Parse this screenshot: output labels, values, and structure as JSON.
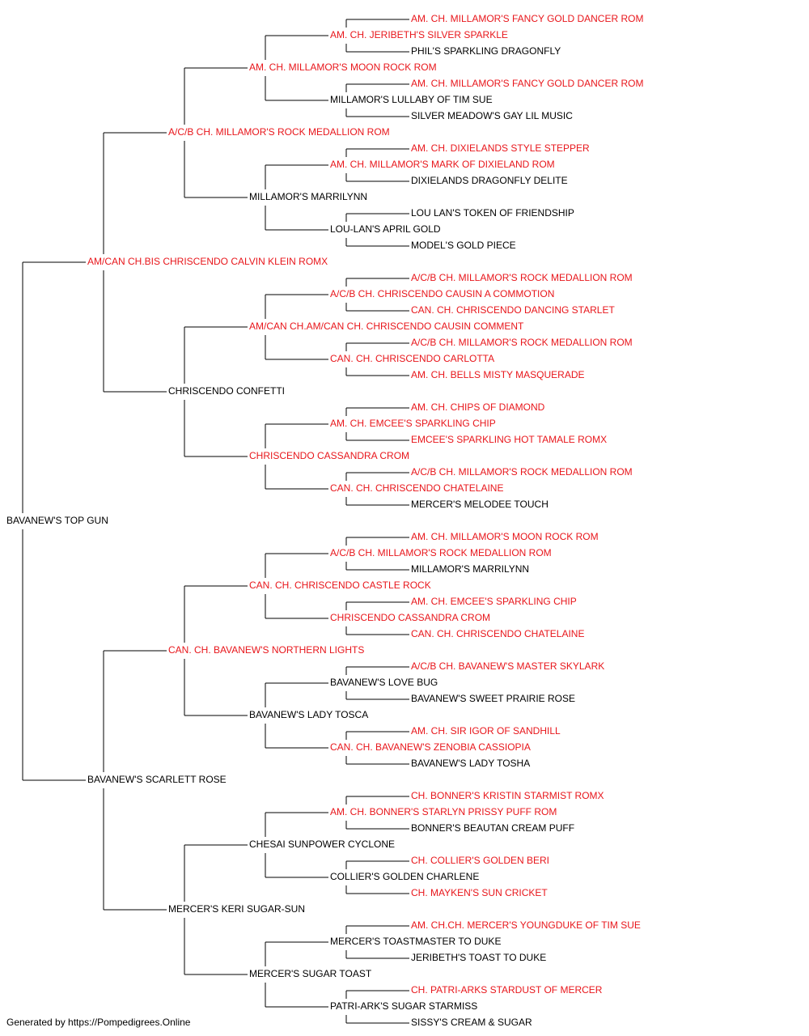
{
  "colors": {
    "titled": "#e8161b",
    "plain": "#000000",
    "line": "#000000"
  },
  "root": {
    "name": "BAVANEW'S TOP GUN",
    "titled": false,
    "sire": {
      "name": "AM/CAN CH.BIS CHRISCENDO CALVIN KLEIN ROMX",
      "titled": true,
      "sire": {
        "name": "A/C/B CH. MILLAMOR'S ROCK MEDALLION ROM",
        "titled": true,
        "sire": {
          "name": "AM. CH. MILLAMOR'S MOON ROCK ROM",
          "titled": true,
          "sire": {
            "name": "AM. CH. JERIBETH'S SILVER SPARKLE",
            "titled": true,
            "sire": {
              "name": "AM. CH. MILLAMOR'S FANCY GOLD DANCER ROM",
              "titled": true
            },
            "dam": {
              "name": "PHIL'S SPARKLING DRAGONFLY",
              "titled": false
            }
          },
          "dam": {
            "name": "MILLAMOR'S LULLABY OF TIM SUE",
            "titled": false,
            "sire": {
              "name": "AM. CH. MILLAMOR'S FANCY GOLD DANCER ROM",
              "titled": true
            },
            "dam": {
              "name": "SILVER MEADOW'S GAY LIL MUSIC",
              "titled": false
            }
          }
        },
        "dam": {
          "name": "MILLAMOR'S MARRILYNN",
          "titled": false,
          "sire": {
            "name": "AM. CH. MILLAMOR'S MARK OF DIXIELAND ROM",
            "titled": true,
            "sire": {
              "name": "AM. CH. DIXIELANDS STYLE STEPPER",
              "titled": true
            },
            "dam": {
              "name": "DIXIELANDS DRAGONFLY DELITE",
              "titled": false
            }
          },
          "dam": {
            "name": "LOU-LAN'S APRIL GOLD",
            "titled": false,
            "sire": {
              "name": "LOU LAN'S TOKEN OF FRIENDSHIP",
              "titled": false
            },
            "dam": {
              "name": "MODEL'S GOLD PIECE",
              "titled": false
            }
          }
        }
      },
      "dam": {
        "name": "CHRISCENDO CONFETTI",
        "titled": false,
        "sire": {
          "name": "AM/CAN CH.AM/CAN CH. CHRISCENDO CAUSIN COMMENT",
          "titled": true,
          "sire": {
            "name": "A/C/B CH. CHRISCENDO CAUSIN A COMMOTION",
            "titled": true,
            "sire": {
              "name": "A/C/B CH. MILLAMOR'S ROCK MEDALLION ROM",
              "titled": true
            },
            "dam": {
              "name": "CAN. CH. CHRISCENDO DANCING STARLET",
              "titled": true
            }
          },
          "dam": {
            "name": "CAN. CH. CHRISCENDO CARLOTTA",
            "titled": true,
            "sire": {
              "name": "A/C/B CH. MILLAMOR'S ROCK MEDALLION ROM",
              "titled": true
            },
            "dam": {
              "name": "AM. CH. BELLS MISTY MASQUERADE",
              "titled": true
            }
          }
        },
        "dam": {
          "name": "CHRISCENDO CASSANDRA CROM",
          "titled": true,
          "sire": {
            "name": "AM. CH. EMCEE'S SPARKLING CHIP",
            "titled": true,
            "sire": {
              "name": "AM. CH. CHIPS OF DIAMOND",
              "titled": true
            },
            "dam": {
              "name": "EMCEE'S SPARKLING HOT TAMALE ROMX",
              "titled": true
            }
          },
          "dam": {
            "name": "CAN. CH. CHRISCENDO CHATELAINE",
            "titled": true,
            "sire": {
              "name": "A/C/B CH. MILLAMOR'S ROCK MEDALLION ROM",
              "titled": true
            },
            "dam": {
              "name": "MERCER'S MELODEE TOUCH",
              "titled": false
            }
          }
        }
      }
    },
    "dam": {
      "name": "BAVANEW'S SCARLETT ROSE",
      "titled": false,
      "sire": {
        "name": "CAN. CH. BAVANEW'S NORTHERN LIGHTS",
        "titled": true,
        "sire": {
          "name": "CAN. CH. CHRISCENDO CASTLE ROCK",
          "titled": true,
          "sire": {
            "name": "A/C/B CH. MILLAMOR'S ROCK MEDALLION ROM",
            "titled": true,
            "sire": {
              "name": "AM. CH. MILLAMOR'S MOON ROCK ROM",
              "titled": true
            },
            "dam": {
              "name": "MILLAMOR'S MARRILYNN",
              "titled": false
            }
          },
          "dam": {
            "name": "CHRISCENDO CASSANDRA CROM",
            "titled": true,
            "sire": {
              "name": "AM. CH. EMCEE'S SPARKLING CHIP",
              "titled": true
            },
            "dam": {
              "name": "CAN. CH. CHRISCENDO CHATELAINE",
              "titled": true
            }
          }
        },
        "dam": {
          "name": "BAVANEW'S LADY TOSCA",
          "titled": false,
          "sire": {
            "name": "BAVANEW'S LOVE BUG",
            "titled": false,
            "sire": {
              "name": "A/C/B CH. BAVANEW'S MASTER SKYLARK",
              "titled": true
            },
            "dam": {
              "name": "BAVANEW'S SWEET PRAIRIE ROSE",
              "titled": false
            }
          },
          "dam": {
            "name": "CAN. CH. BAVANEW'S ZENOBIA CASSIOPIA",
            "titled": true,
            "sire": {
              "name": "AM. CH. SIR IGOR OF SANDHILL",
              "titled": true
            },
            "dam": {
              "name": "BAVANEW'S LADY TOSHA",
              "titled": false
            }
          }
        }
      },
      "dam": {
        "name": "MERCER'S KERI SUGAR-SUN",
        "titled": false,
        "sire": {
          "name": "CHESAI SUNPOWER CYCLONE",
          "titled": false,
          "sire": {
            "name": "AM. CH. BONNER'S STARLYN PRISSY PUFF ROM",
            "titled": true,
            "sire": {
              "name": "CH. BONNER'S KRISTIN STARMIST ROMX",
              "titled": true
            },
            "dam": {
              "name": "BONNER'S BEAUTAN CREAM PUFF",
              "titled": false
            }
          },
          "dam": {
            "name": "COLLIER'S GOLDEN CHARLENE",
            "titled": false,
            "sire": {
              "name": "CH. COLLIER'S GOLDEN BERI",
              "titled": true
            },
            "dam": {
              "name": "CH. MAYKEN'S SUN CRICKET",
              "titled": true
            }
          }
        },
        "dam": {
          "name": "MERCER'S SUGAR TOAST",
          "titled": false,
          "sire": {
            "name": "MERCER'S TOASTMASTER TO DUKE",
            "titled": false,
            "sire": {
              "name": "AM. CH.CH. MERCER'S YOUNGDUKE OF TIM SUE",
              "titled": true
            },
            "dam": {
              "name": "JERIBETH'S TOAST TO DUKE",
              "titled": false
            }
          },
          "dam": {
            "name": "PATRI-ARK'S SUGAR STARMISS",
            "titled": false,
            "sire": {
              "name": "CH. PATRI-ARKS STARDUST OF MERCER",
              "titled": true
            },
            "dam": {
              "name": "SISSY'S CREAM & SUGAR",
              "titled": false
            }
          }
        }
      }
    }
  },
  "footer": "Generated by https://Pompedigrees.Online"
}
